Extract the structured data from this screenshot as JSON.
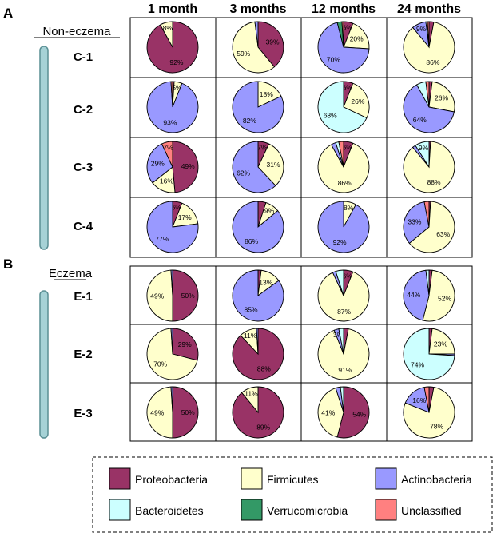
{
  "panels": [
    {
      "letter": "A",
      "group_label": "Non-eczema"
    },
    {
      "letter": "B",
      "group_label": "Eczema"
    }
  ],
  "columns": [
    "1 month",
    "3 months",
    "12 months",
    "24 months"
  ],
  "rows": [
    "C-1",
    "C-2",
    "C-3",
    "C-4",
    "E-1",
    "E-2",
    "E-3"
  ],
  "legend": [
    {
      "name": "Proteobacteria",
      "color": "#993366"
    },
    {
      "name": "Firmicutes",
      "color": "#ffffcc"
    },
    {
      "name": "Actinobacteria",
      "color": "#9999ff"
    },
    {
      "name": "Bacteroidetes",
      "color": "#ccffff"
    },
    {
      "name": "Verrucomicrobia",
      "color": "#339966"
    },
    {
      "name": "Unclassified",
      "color": "#ff8080"
    }
  ],
  "chart_data": {
    "type": "pie",
    "series_order": [
      "Proteobacteria",
      "Firmicutes",
      "Actinobacteria",
      "Bacteroidetes",
      "Verrucomicrobia",
      "Unclassified"
    ],
    "pies": [
      {
        "row": "C-1",
        "column": "1 month",
        "values": [
          92,
          8,
          0,
          0,
          0,
          0
        ],
        "labels": [
          "92%",
          "8%",
          "",
          "",
          "",
          ""
        ]
      },
      {
        "row": "C-1",
        "column": "3 months",
        "values": [
          39,
          59,
          2,
          0,
          0,
          0
        ],
        "labels": [
          "39%",
          "59%",
          "",
          "",
          "",
          ""
        ]
      },
      {
        "row": "C-1",
        "column": "12 months",
        "values": [
          6,
          20,
          70,
          0,
          3,
          1
        ],
        "labels": [
          "6%",
          "20%",
          "70%",
          "",
          "",
          ""
        ]
      },
      {
        "row": "C-1",
        "column": "24 months",
        "values": [
          3,
          86,
          9,
          1,
          0,
          1
        ],
        "labels": [
          "",
          "86%",
          "9%",
          "",
          "",
          ""
        ]
      },
      {
        "row": "C-2",
        "column": "1 month",
        "values": [
          1,
          5,
          93,
          0,
          0,
          1
        ],
        "labels": [
          "",
          "5%",
          "93%",
          "",
          "",
          ""
        ]
      },
      {
        "row": "C-2",
        "column": "3 months",
        "values": [
          0,
          18,
          82,
          0,
          0,
          0
        ],
        "labels": [
          "",
          "18%",
          "82%",
          "",
          "",
          ""
        ]
      },
      {
        "row": "C-2",
        "column": "12 months",
        "values": [
          6,
          26,
          0,
          68,
          0,
          0
        ],
        "labels": [
          "6%",
          "26%",
          "",
          "68%",
          "",
          ""
        ]
      },
      {
        "row": "C-2",
        "column": "24 months",
        "values": [
          2,
          26,
          64,
          6,
          0,
          2
        ],
        "labels": [
          "",
          "26%",
          "64%",
          "",
          "",
          ""
        ]
      },
      {
        "row": "C-3",
        "column": "1 month",
        "values": [
          49,
          16,
          29,
          0,
          0,
          7
        ],
        "labels": [
          "49%",
          "16%",
          "29%",
          "",
          "",
          "7%"
        ]
      },
      {
        "row": "C-3",
        "column": "3 months",
        "values": [
          7,
          31,
          62,
          0,
          0,
          0
        ],
        "labels": [
          "7%",
          "31%",
          "62%",
          "",
          "",
          ""
        ]
      },
      {
        "row": "C-3",
        "column": "12 months",
        "values": [
          6,
          86,
          3,
          2,
          0,
          3
        ],
        "labels": [
          "6%",
          "86%",
          "",
          "",
          "",
          ""
        ]
      },
      {
        "row": "C-3",
        "column": "24 months",
        "values": [
          1,
          88,
          2,
          9,
          0,
          0
        ],
        "labels": [
          "",
          "88%",
          "",
          "9%",
          "",
          ""
        ]
      },
      {
        "row": "C-4",
        "column": "1 month",
        "values": [
          6,
          17,
          77,
          0,
          0,
          0
        ],
        "labels": [
          "6%",
          "17%",
          "77%",
          "",
          "",
          ""
        ]
      },
      {
        "row": "C-4",
        "column": "3 months",
        "values": [
          5,
          9,
          86,
          0,
          0,
          0
        ],
        "labels": [
          "",
          "9%",
          "86%",
          "",
          "",
          ""
        ]
      },
      {
        "row": "C-4",
        "column": "12 months",
        "values": [
          0,
          8,
          92,
          0,
          0,
          0
        ],
        "labels": [
          "",
          "8%",
          "92%",
          "",
          "",
          ""
        ]
      },
      {
        "row": "C-4",
        "column": "24 months",
        "values": [
          1,
          63,
          33,
          0,
          0,
          3
        ],
        "labels": [
          "",
          "63%",
          "33%",
          "",
          "",
          ""
        ]
      },
      {
        "row": "E-1",
        "column": "1 month",
        "values": [
          50,
          49,
          1,
          0,
          0,
          0
        ],
        "labels": [
          "50%",
          "49%",
          "",
          "",
          "",
          ""
        ]
      },
      {
        "row": "E-1",
        "column": "3 months",
        "values": [
          2,
          13,
          85,
          0,
          0,
          0
        ],
        "labels": [
          "",
          "13%",
          "85%",
          "",
          "",
          ""
        ]
      },
      {
        "row": "E-1",
        "column": "12 months",
        "values": [
          6,
          87,
          2,
          5,
          0,
          0
        ],
        "labels": [
          "6%",
          "87%",
          "",
          "",
          "",
          ""
        ]
      },
      {
        "row": "E-1",
        "column": "24 months",
        "values": [
          2,
          52,
          44,
          2,
          0,
          0
        ],
        "labels": [
          "",
          "52%",
          "44%",
          "",
          "",
          ""
        ]
      },
      {
        "row": "E-2",
        "column": "1 month",
        "values": [
          29,
          70,
          1,
          0,
          0,
          0
        ],
        "labels": [
          "29%",
          "70%",
          "",
          "",
          "",
          ""
        ]
      },
      {
        "row": "E-2",
        "column": "3 months",
        "values": [
          88,
          11,
          1,
          0,
          0,
          0
        ],
        "labels": [
          "88%",
          "11%",
          "",
          "",
          "",
          ""
        ]
      },
      {
        "row": "E-2",
        "column": "12 months",
        "values": [
          3,
          91,
          3,
          3,
          0,
          0
        ],
        "labels": [
          "",
          "91%",
          "3%",
          "",
          "",
          ""
        ]
      },
      {
        "row": "E-2",
        "column": "24 months",
        "values": [
          2,
          23,
          1,
          74,
          0,
          0
        ],
        "labels": [
          "",
          "23%",
          "",
          "74%",
          "",
          ""
        ]
      },
      {
        "row": "E-3",
        "column": "1 month",
        "values": [
          50,
          49,
          1,
          0,
          0,
          0
        ],
        "labels": [
          "50%",
          "49%",
          "",
          "",
          "",
          ""
        ]
      },
      {
        "row": "E-3",
        "column": "3 months",
        "values": [
          89,
          11,
          0,
          0,
          0,
          0
        ],
        "labels": [
          "89%",
          "11%",
          "",
          "",
          "",
          ""
        ]
      },
      {
        "row": "E-3",
        "column": "12 months",
        "values": [
          54,
          41,
          3,
          2,
          0,
          0
        ],
        "labels": [
          "54%",
          "41%",
          "",
          "",
          "",
          ""
        ]
      },
      {
        "row": "E-3",
        "column": "24 months",
        "values": [
          3,
          78,
          16,
          0,
          0,
          3
        ],
        "labels": [
          "",
          "78%",
          "16%",
          "",
          "",
          ""
        ]
      }
    ]
  }
}
